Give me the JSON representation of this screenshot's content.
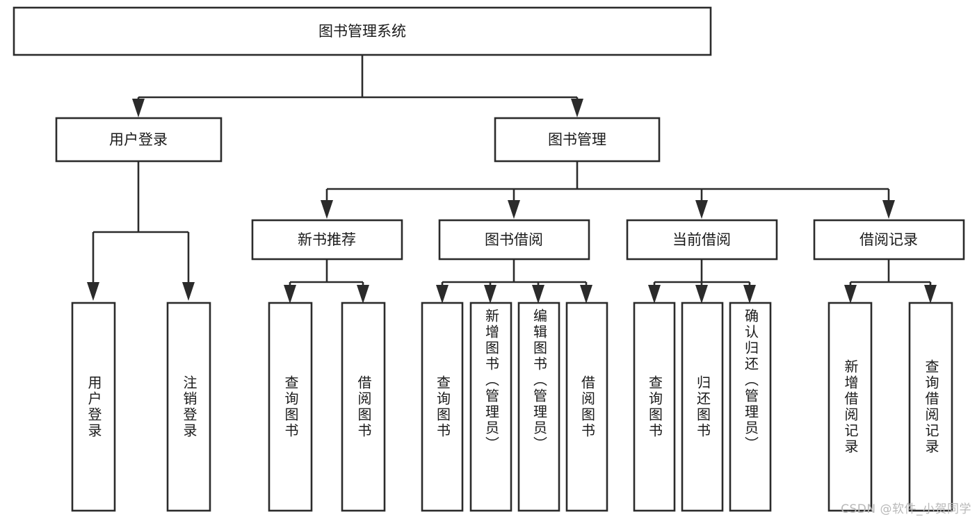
{
  "diagram": {
    "title": "图书管理系统",
    "type": "tree-hierarchy-chart",
    "orientation": "top-down",
    "levels": 4,
    "root": {
      "id": "root",
      "label": "图书管理系统",
      "text_orientation": "horizontal"
    },
    "level2": [
      {
        "id": "user-login",
        "label": "用户登录",
        "text_orientation": "horizontal"
      },
      {
        "id": "book-management",
        "label": "图书管理",
        "text_orientation": "horizontal"
      }
    ],
    "level3": [
      {
        "id": "new-book-recommend",
        "label": "新书推荐",
        "text_orientation": "horizontal"
      },
      {
        "id": "book-borrow",
        "label": "图书借阅",
        "text_orientation": "horizontal"
      },
      {
        "id": "current-borrow",
        "label": "当前借阅",
        "text_orientation": "horizontal"
      },
      {
        "id": "borrow-record",
        "label": "借阅记录",
        "text_orientation": "horizontal"
      }
    ],
    "leaves": {
      "user_login": [
        {
          "id": "leaf-user-login",
          "label": "用户登录",
          "text_orientation": "vertical"
        },
        {
          "id": "leaf-logout-login",
          "label": "注销登录",
          "text_orientation": "vertical"
        }
      ],
      "new_book_recommend": [
        {
          "id": "leaf-query-book-1",
          "label": "查询图书",
          "text_orientation": "vertical"
        },
        {
          "id": "leaf-borrow-book-1",
          "label": "借阅图书",
          "text_orientation": "vertical"
        }
      ],
      "book_borrow": [
        {
          "id": "leaf-query-book-2",
          "label": "查询图书",
          "text_orientation": "vertical"
        },
        {
          "id": "leaf-add-book-admin",
          "label": "新增图书（管理员）",
          "text_orientation": "vertical"
        },
        {
          "id": "leaf-edit-book-admin",
          "label": "编辑图书（管理员）",
          "text_orientation": "vertical"
        },
        {
          "id": "leaf-borrow-book-2",
          "label": "借阅图书",
          "text_orientation": "vertical"
        }
      ],
      "current_borrow": [
        {
          "id": "leaf-query-book-3",
          "label": "查询图书",
          "text_orientation": "vertical"
        },
        {
          "id": "leaf-return-book",
          "label": "归还图书",
          "text_orientation": "vertical"
        },
        {
          "id": "leaf-confirm-return-admin",
          "label": "确认归还（管理员）",
          "text_orientation": "vertical"
        }
      ],
      "borrow_record": [
        {
          "id": "leaf-add-borrow-record",
          "label": "新增借阅记录",
          "text_orientation": "vertical"
        },
        {
          "id": "leaf-query-borrow-record",
          "label": "查询借阅记录",
          "text_orientation": "vertical"
        }
      ]
    },
    "colors": {
      "background": "#ffffff",
      "box_fill": "#ffffff",
      "box_stroke": "#2b2b2b",
      "connector": "#2b2b2b",
      "text": "#1a1a1a",
      "watermark": "#b9b9b9"
    }
  },
  "watermark": {
    "text": "CSDN @软件_小贺同学"
  }
}
